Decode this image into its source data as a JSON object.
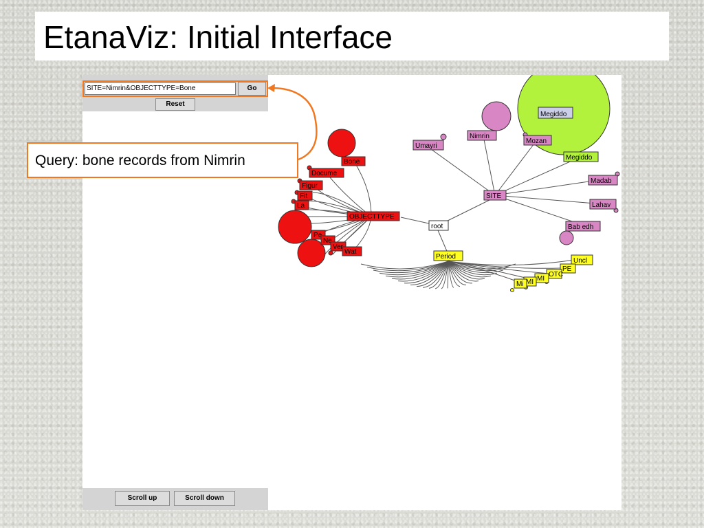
{
  "slide": {
    "title": "EtanaViz: Initial Interface"
  },
  "query": {
    "value": "SITE=Nimrin&OBJECTTYPE=Bone",
    "go_label": "Go",
    "reset_label": "Reset"
  },
  "scroll": {
    "up_label": "Scroll up",
    "down_label": "Scroll down"
  },
  "callout": {
    "text": "Query: bone records from Nimrin"
  },
  "colors": {
    "accent": "#f07820",
    "objecttype": "#ee1111",
    "site": "#d986c4",
    "period": "#ffff22",
    "megiddo": "#b2f23c",
    "root": "#ffffff"
  },
  "graph": {
    "root": "root",
    "objecttype": {
      "label": "OBJECTTYPE",
      "children": [
        "Bone",
        "Docume",
        "Figur",
        "Fit",
        "La",
        "Pe",
        "Ne",
        "Ver",
        "Wat"
      ]
    },
    "site": {
      "label": "SITE",
      "children": [
        "Umayri",
        "Nimrin",
        "Mozan",
        "Megiddo",
        "Madab",
        "Lahav",
        "Bab edh"
      ],
      "megiddo_inner_label": "Megiddo"
    },
    "period": {
      "label": "Period",
      "children": [
        "Uncl",
        "PE",
        "OTC",
        "MI",
        "MI",
        "MI",
        "Mi"
      ]
    }
  }
}
